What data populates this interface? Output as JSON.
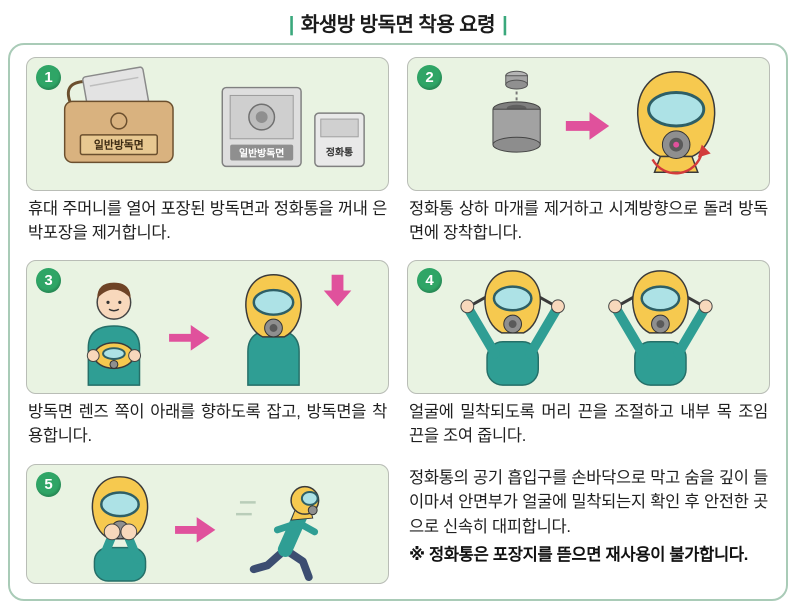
{
  "title": {
    "bar_left": "|",
    "text": "화생방 방독면 착용 요령",
    "bar_right": "|"
  },
  "steps": [
    {
      "number": "1",
      "caption": "휴대 주머니를 열어 포장된 방독면과 정화통을 꺼내 은박포장을 제거합니다."
    },
    {
      "number": "2",
      "caption": "정화통 상하 마개를 제거하고 시계방향으로 돌려 방독면에 장착합니다."
    },
    {
      "number": "3",
      "caption": "방독면 렌즈 쪽이 아래를 향하도록 잡고, 방독면을 착용합니다."
    },
    {
      "number": "4",
      "caption": "얼굴에 밀착되도록 머리 끈을 조절하고 내부 목 조임 끈을 조여 줍니다."
    },
    {
      "number": "5",
      "caption": ""
    }
  ],
  "final_block": {
    "body": "정화통의 공기 흡입구를 손바닥으로 막고 숨을 깊이 들이마셔 안면부가 얼굴에 밀착되는지 확인 후 안전한 곳으로 신속히 대피합니다.",
    "note": "※ 정화통은 포장지를 뜯으면 재사용이 불가합니다."
  },
  "illustration_labels": {
    "pouch": "일반방독면",
    "mask_pack": "일반방독면",
    "filter_pack": "정화통"
  },
  "colors": {
    "badge_green": "#2fa566",
    "accent_bar_green": "#3aa87c",
    "panel_bg": "#e9f3e2",
    "board_border": "#a9cbb7",
    "arrow_pink": "#e0519c",
    "hood_yellow": "#f6c94f",
    "visor_blue": "#ade2e6",
    "shirt_teal": "#2f9e94"
  }
}
